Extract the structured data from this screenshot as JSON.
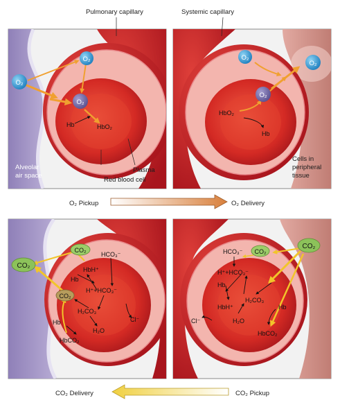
{
  "labels": {
    "pulmonary_capillary": "Pulmonary capillary",
    "systemic_capillary": "Systemic capillary",
    "alveolar_1": "Alveolar",
    "alveolar_2": "air space",
    "plasma": "Plasma",
    "red_blood_cell": "Red blood cell",
    "cells_1": "Cells in",
    "cells_2": "peripheral",
    "cells_3": "tissue"
  },
  "middle_arrow": {
    "left": "O₂ Pickup",
    "right": "O₂ Delivery"
  },
  "bottom_arrow": {
    "left": "CO₂ Delivery",
    "right": "CO₂ Pickup"
  },
  "panel_a": {
    "o2_alveolus": "O₂",
    "o2_plasma": "O₂",
    "o2_cell": "O₂",
    "hb": "Hb",
    "hbo2": "HbO₂"
  },
  "panel_b": {
    "o2_tissue": "O₂",
    "o2_plasma": "O₂",
    "o2_cell": "O₂",
    "hbo2": "HbO₂",
    "hb": "Hb"
  },
  "panel_c": {
    "co2_air": "CO₂",
    "co2_plasma": "CO₂",
    "co2_cell": "CO₂",
    "hco3_top": "HCO₃⁻",
    "hbh": "HbH⁺",
    "hb": "Hb",
    "h_hco3": "H⁺+HCO₃⁻",
    "h2co3": "H₂CO₃",
    "cl": "Cl⁻",
    "hb_low": "Hb",
    "h2o": "H₂O",
    "hbco2": "HbCO₂"
  },
  "panel_d": {
    "co2_tissue": "CO₂",
    "co2_plasma": "CO₂",
    "hco3_top": "HCO₃⁻",
    "h_hco3": "H⁺+HCO₃⁻",
    "hb": "Hb",
    "h2co3": "H₂CO₃",
    "hbh": "HbH⁺",
    "hb_right": "Hb",
    "cl": "Cl⁻",
    "h2o": "H₂O",
    "hbco2": "HbCO₂"
  },
  "colors": {
    "vessel": "#c8242a",
    "cell": "#d8322a",
    "plasma": "#f6c9c4",
    "alveolus": "#a79ac7",
    "tissue": "#d39a92",
    "o2": "#3a9fd6",
    "co2": "#8cc25a",
    "o2_arrow": "#f0a030",
    "co2_arrow": "#f5cf2c"
  }
}
